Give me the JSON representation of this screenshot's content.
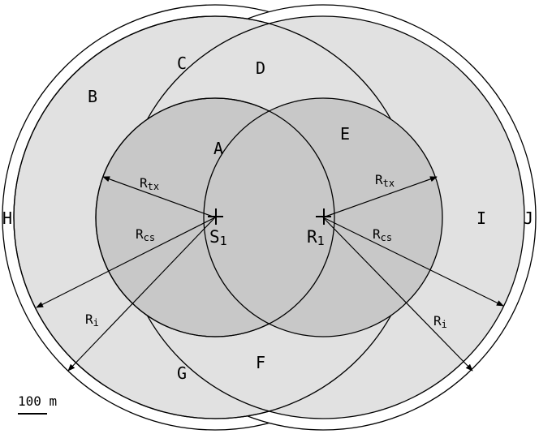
{
  "colors": {
    "background": "#ffffff",
    "interference_fill": "#e1e1e1",
    "transmission_fill": "#c8c8c8",
    "stroke": "#000000"
  },
  "regions": {
    "A": "A",
    "B": "B",
    "C": "C",
    "D": "D",
    "E": "E",
    "F": "F",
    "G": "G",
    "H": "H",
    "I": "I",
    "J": "J"
  },
  "nodes": {
    "sender": {
      "main": "S",
      "sub": "1"
    },
    "receiver": {
      "main": "R",
      "sub": "1"
    }
  },
  "radii": {
    "tx": {
      "main": "R",
      "sub": "tx"
    },
    "cs": {
      "main": "R",
      "sub": "cs"
    },
    "i": {
      "main": "R",
      "sub": "i"
    }
  },
  "scale_bar": {
    "label": "100 m"
  }
}
